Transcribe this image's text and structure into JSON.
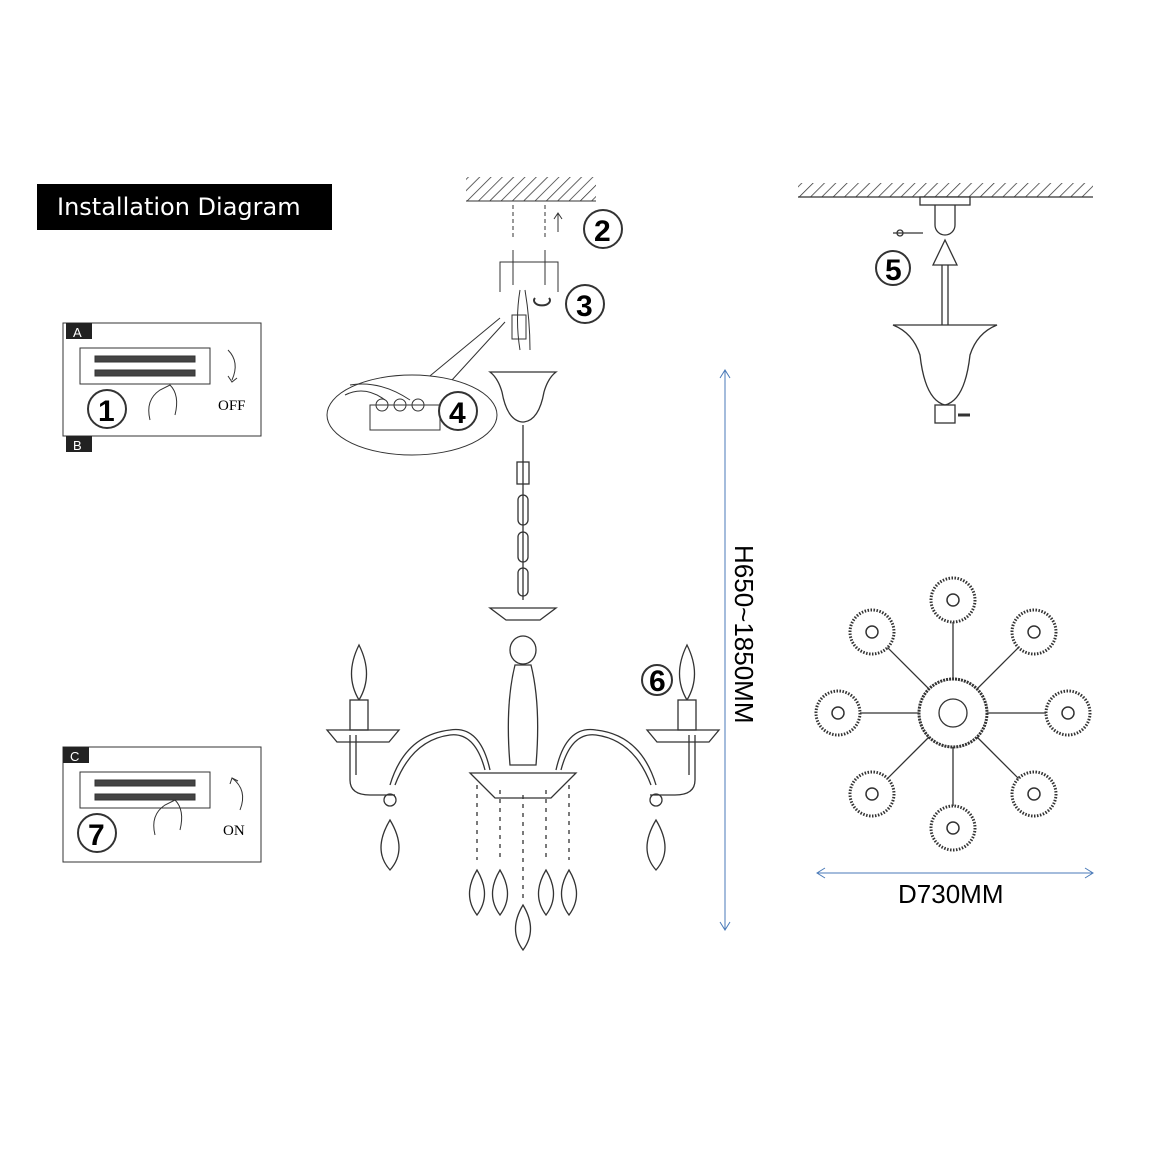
{
  "title": "Installation Diagram",
  "steps": {
    "s1": "1",
    "s2": "2",
    "s3": "3",
    "s4": "4",
    "s5": "5",
    "s6": "6",
    "s7": "7"
  },
  "panels": {
    "a": "A",
    "b": "B",
    "c": "C",
    "off": "OFF",
    "on": "ON"
  },
  "dimensions": {
    "height": "H650~1850MM",
    "diameter": "D730MM"
  },
  "colors": {
    "dimension_line": "#4a7ab8",
    "ink": "#222222"
  }
}
